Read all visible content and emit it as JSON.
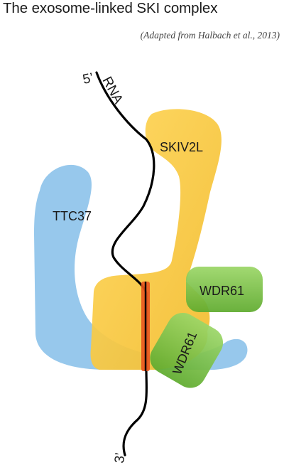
{
  "title": "The exosome-linked SKI complex",
  "citation": "(Adapted from Halbach et al., 2013)",
  "labels": {
    "rna_5prime": "5’",
    "rna": "RNA",
    "rna_3prime": "3’",
    "skiv2l": "SKIV2L",
    "ttc37": "TTC37",
    "wdr61_upper": "WDR61",
    "wdr61_lower": "WDR61"
  },
  "colors": {
    "skiv2l": "#f7c63c",
    "ttc37": "#8ec3ea",
    "wdr61": "#7cc444",
    "rna_line": "#000000",
    "rna_channel": "#e8571f"
  }
}
